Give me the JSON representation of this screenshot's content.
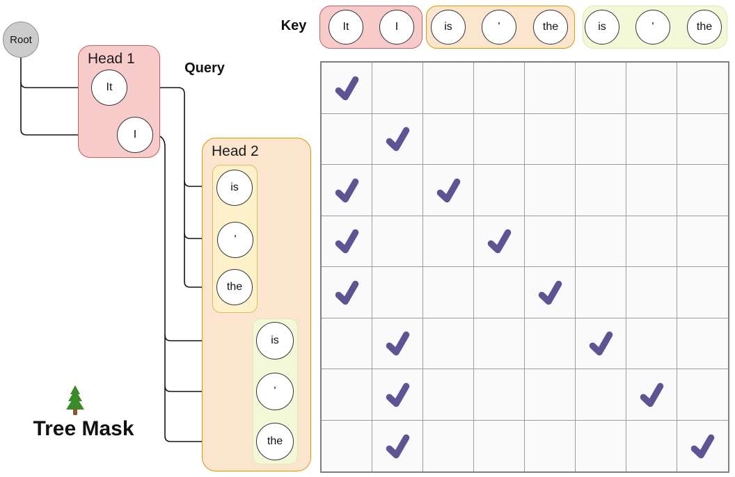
{
  "title": {
    "label": "Tree Mask",
    "icon": "evergreen-tree-icon"
  },
  "axis_labels": {
    "key": "Key",
    "query": "Query"
  },
  "tree": {
    "root_label": "Root",
    "heads": [
      {
        "name": "Head 1",
        "tokens": [
          "It",
          "I"
        ]
      },
      {
        "name": "Head 2",
        "tokens": [
          "is",
          "'",
          "the"
        ]
      }
    ],
    "green_group_tokens": [
      "is",
      "'",
      "the"
    ]
  },
  "key_row": {
    "groups": [
      {
        "style": "pink",
        "tokens": [
          "It",
          "I"
        ]
      },
      {
        "style": "orange",
        "tokens": [
          "is",
          "'",
          "the"
        ]
      },
      {
        "style": "green",
        "tokens": [
          "is",
          "'",
          "the"
        ]
      }
    ]
  },
  "mask": {
    "rows": 8,
    "cols": 8,
    "query_tokens_by_row": [
      "It",
      "I",
      "is",
      "'",
      "the",
      "is",
      "'",
      "the"
    ],
    "key_tokens_by_col": [
      "It",
      "I",
      "is",
      "'",
      "the",
      "is",
      "'",
      "the"
    ],
    "checked_cells": [
      [
        0,
        0
      ],
      [
        1,
        1
      ],
      [
        2,
        0
      ],
      [
        2,
        2
      ],
      [
        3,
        0
      ],
      [
        3,
        3
      ],
      [
        4,
        0
      ],
      [
        4,
        4
      ],
      [
        5,
        1
      ],
      [
        5,
        5
      ],
      [
        6,
        1
      ],
      [
        6,
        6
      ],
      [
        7,
        1
      ],
      [
        7,
        7
      ]
    ]
  },
  "colors": {
    "check": "#5e5494",
    "pink_fill": "#f6cbca",
    "pink_stroke": "#c0605c",
    "orange_fill": "#fbe5cf",
    "orange_stroke": "#d79b00",
    "yellow_fill": "#fdf1ca",
    "yellow_stroke": "#dcbd5e",
    "green_fill": "#f3f9d8",
    "green_stroke": "#dfe9b4",
    "root_fill": "#cccccc",
    "grid_line": "#9c9c9c",
    "tree_green": "#3a8a28",
    "tree_trunk": "#8b5a2b"
  }
}
